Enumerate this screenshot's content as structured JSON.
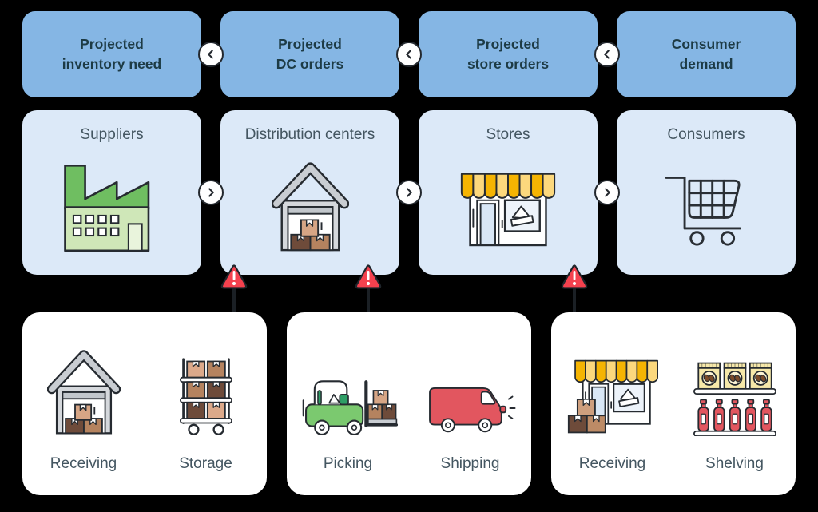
{
  "colors": {
    "background": "#000000",
    "top_box_bg": "#85B6E4",
    "top_box_text": "#1D3B45",
    "mid_box_bg": "#DCE9F8",
    "label_text": "#445661",
    "card_bg": "#FFFFFF",
    "outline": "#23282E",
    "warning_red": "#F4414E"
  },
  "icon_colors": {
    "factory_green_dark": "#6FBE61",
    "factory_green_light": "#CFE7B8",
    "roof_gray": "#C9CDD2",
    "box_tan": "#D6A585",
    "box_medium_brown": "#B5835F",
    "box_dark_brown": "#6E4B3A",
    "awning_yellow_dark": "#F5B402",
    "awning_yellow_light": "#FCD87D",
    "door_glass_blue": "#D9E7F6",
    "forklift_green": "#7BC96F",
    "van_red": "#E2565F",
    "coffee_bag_yellow": "#F6E8A9",
    "bottle_red": "#E2565F"
  },
  "top_row": {
    "connector_icon": "chevron-left-icon",
    "items": [
      {
        "label": "Projected\ninventory need"
      },
      {
        "label": "Projected\nDC orders"
      },
      {
        "label": "Projected\nstore orders"
      },
      {
        "label": "Consumer\ndemand"
      }
    ]
  },
  "middle_row": {
    "connector_icon": "chevron-right-icon",
    "items": [
      {
        "label": "Suppliers",
        "icon": "factory-icon"
      },
      {
        "label": "Distribution centers",
        "icon": "warehouse-icon"
      },
      {
        "label": "Stores",
        "icon": "storefront-icon"
      },
      {
        "label": "Consumers",
        "icon": "shopping-cart-icon"
      }
    ]
  },
  "warnings": {
    "icon": "warning-triangle-icon",
    "glyph": "!",
    "count": 3
  },
  "bottom_row": {
    "cards": [
      {
        "items": [
          {
            "label": "Receiving",
            "icon": "warehouse-icon"
          },
          {
            "label": "Storage",
            "icon": "storage-rack-icon"
          }
        ]
      },
      {
        "items": [
          {
            "label": "Picking",
            "icon": "forklift-icon"
          },
          {
            "label": "Shipping",
            "icon": "delivery-van-icon"
          }
        ]
      },
      {
        "items": [
          {
            "label": "Receiving",
            "icon": "store-receiving-icon"
          },
          {
            "label": "Shelving",
            "icon": "shelf-products-icon"
          }
        ]
      }
    ]
  }
}
